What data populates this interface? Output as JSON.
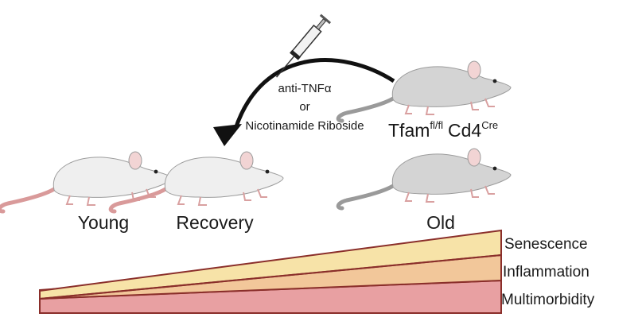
{
  "treatment": {
    "line1": "anti-TNFα",
    "line2": "or",
    "line3": "Nicotinamide Riboside"
  },
  "mice": {
    "tfam_base": "Tfam",
    "tfam_sup": "fl/fl",
    "cd4_base": "Cd4",
    "cd4_sup": "Cre",
    "young": "Young",
    "recovery": "Recovery",
    "old": "Old"
  },
  "bars": {
    "senescence": "Senescence",
    "inflammation": "Inflammation",
    "multimorbidity": "Multimorbidity"
  },
  "colors": {
    "senescence": "#f7e3a8",
    "inflammation": "#f2c79a",
    "multimorbidity": "#e8a0a2",
    "bar_outline": "#8a2e2a",
    "young_mouse": "#efefef",
    "old_mouse": "#d4d4d4",
    "young_tail": "#d99a9a",
    "old_tail": "#9a9a9a"
  }
}
